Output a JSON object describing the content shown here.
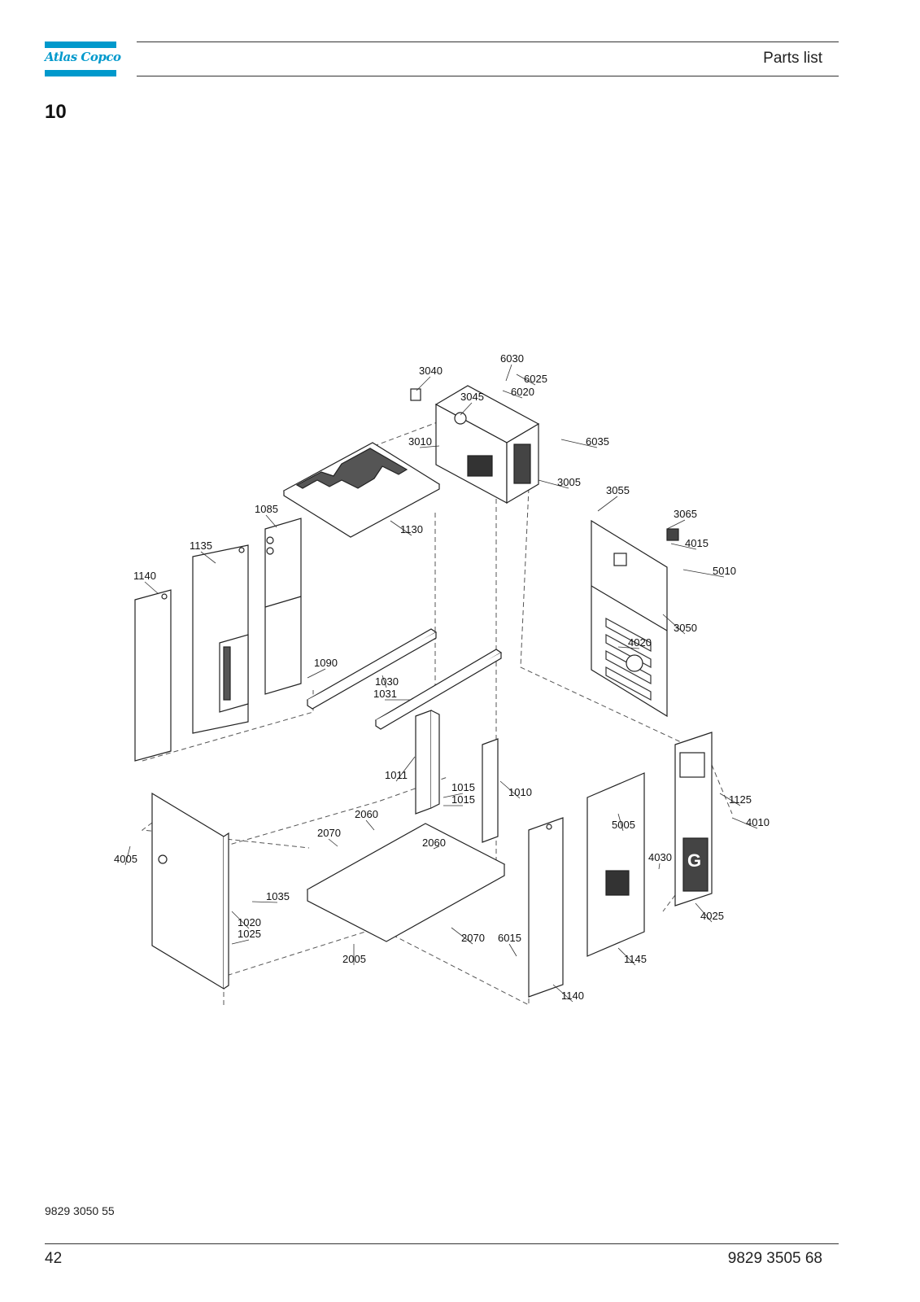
{
  "header": {
    "logo_text": "Atlas Copco",
    "title": "Parts list"
  },
  "section_number": "10",
  "labels": [
    "6030",
    "3040",
    "6025",
    "3045",
    "6020",
    "3010",
    "6035",
    "3005",
    "3055",
    "3065",
    "1085",
    "1130",
    "4015",
    "1135",
    "5010",
    "1140",
    "3050",
    "4020",
    "1090",
    "1030",
    "1031",
    "1011",
    "1015",
    "1015",
    "1010",
    "1125",
    "2060",
    "4010",
    "2070",
    "2060",
    "5005",
    "4005",
    "4030",
    "1035",
    "1020",
    "1025",
    "4025",
    "2070",
    "6015",
    "2005",
    "1145",
    "1140"
  ],
  "icons": {
    "front_panel_emblem": "G-logo",
    "decal": "GA-badge"
  },
  "footer": {
    "doc_code": "9829 3050 55",
    "page_number": "42",
    "doc_number": "9829 3505 68"
  }
}
